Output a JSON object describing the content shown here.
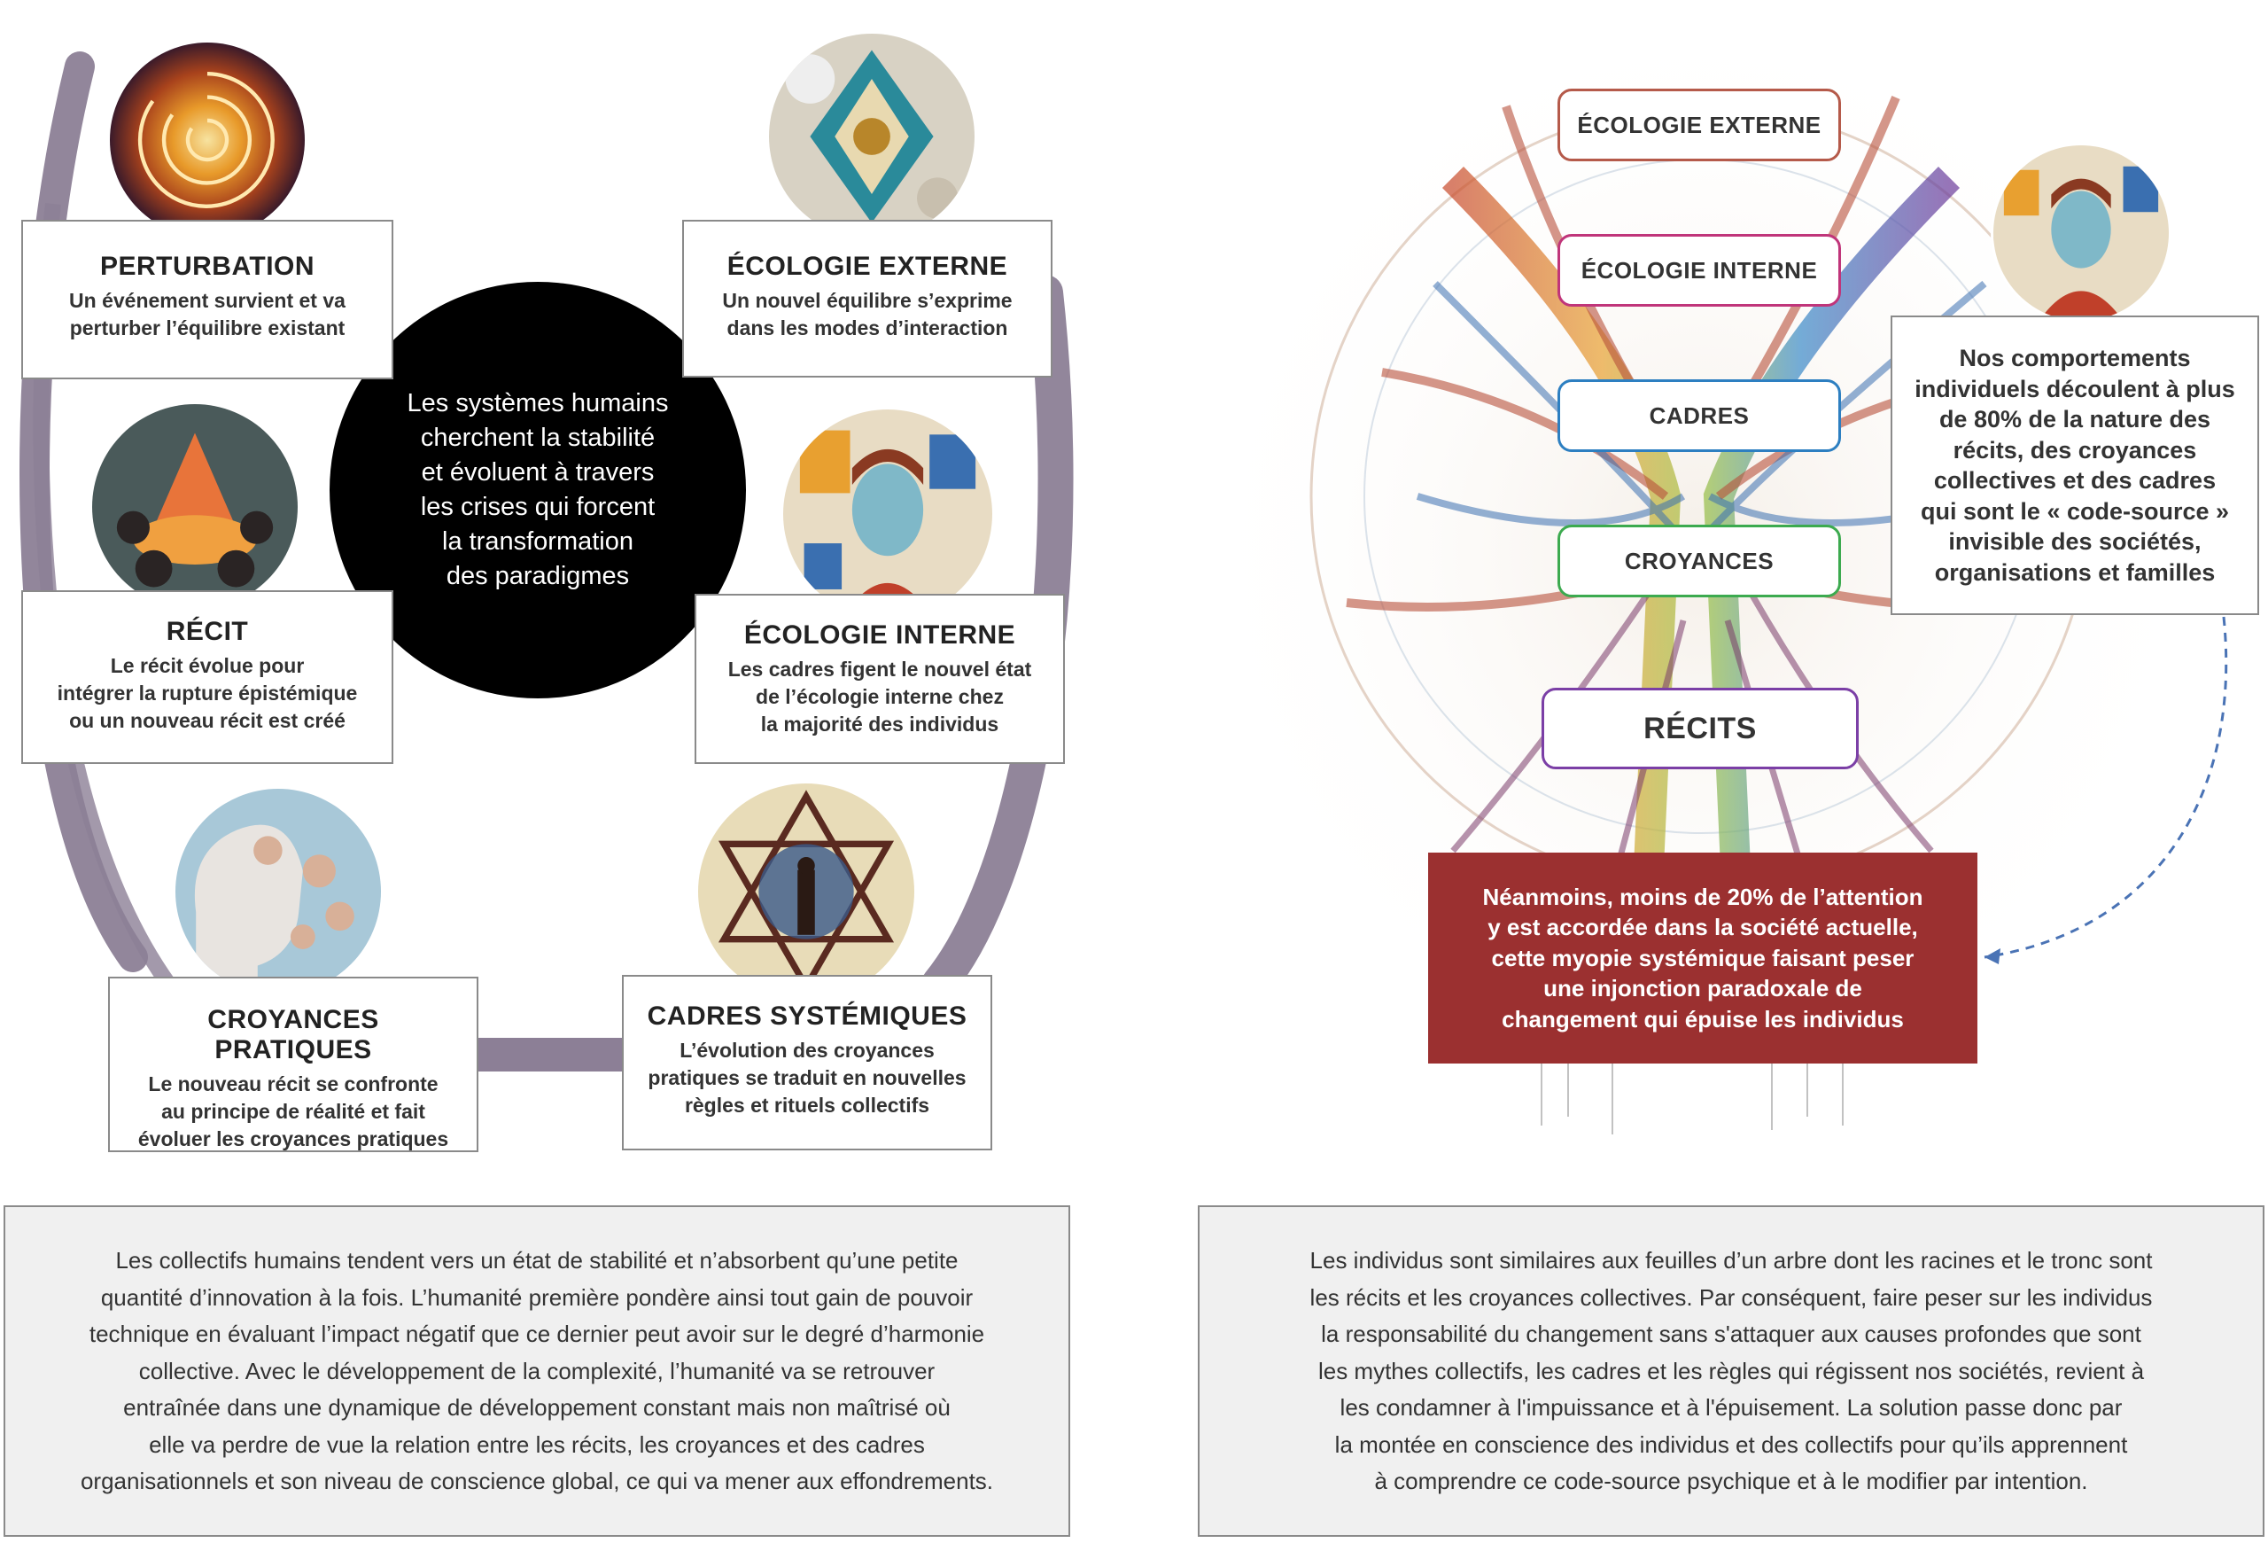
{
  "colors": {
    "arc": "#8c7f96",
    "center_circle": "#000000",
    "card_border": "#8a8a8a",
    "ecologie_externe": "#b55a4a",
    "ecologie_interne": "#c0357a",
    "cadres": "#2d7fc1",
    "croyances": "#3caa4f",
    "recits": "#7b3fa6",
    "attention_box": "#9b3030",
    "dashed_arrow": "#4a73b5"
  },
  "cycle": {
    "center_text": "Les systèmes humains\ncherchent la stabilité\net évoluent à travers\nles crises qui forcent\nla transformation\ndes paradigmes",
    "stages": [
      {
        "title": "PERTURBATION",
        "desc": "Un événement survient et va\nperturber l’équilibre existant",
        "image": "golden-spiral-illustration"
      },
      {
        "title": "ÉCOLOGIE EXTERNE",
        "desc": "Un nouvel équilibre s’exprime\ndans les modes d’interaction",
        "image": "ornamental-mandala-illustration"
      },
      {
        "title": "ÉCOLOGIE INTERNE",
        "desc": "Les cadres figent le nouvel état\nde l’écologie interne chez\nla majorité des individus",
        "image": "puzzle-portrait-illustration"
      },
      {
        "title": "CADRES SYSTÉMIQUES",
        "desc": "L’évolution des croyances\npratiques se traduit en nouvelles\nrègles et rituels collectifs",
        "image": "geometric-star-illustration"
      },
      {
        "title": "CROYANCES PRATIQUES",
        "desc": "Le nouveau récit se confronte\nau principe de réalité et fait\névoluer les croyances pratiques",
        "image": "head-profile-illustration"
      },
      {
        "title": "RÉCIT",
        "desc": "Le récit évolue pour\nintégrer la rupture épistémique\nou un nouveau récit est créé",
        "image": "campfire-circle-illustration"
      }
    ]
  },
  "tree": {
    "layers": [
      "ÉCOLOGIE EXTERNE",
      "ÉCOLOGIE INTERNE",
      "CADRES",
      "CROYANCES",
      "RÉCITS"
    ],
    "behaviour_text": "Nos comportements\nindividuels découlent à plus\nde 80% de la nature des\nrécits, des croyances\ncollectives et des cadres\nqui sont le « code-source »\ninvisible des sociétés,\norganisations et familles",
    "attention_text": "Néanmoins, moins de 20% de l’attention\ny est accordée dans la société actuelle,\ncette myopie systémique faisant peser\nune injonction paradoxale de\nchangement qui épuise les individus",
    "portrait_image": "puzzle-portrait-illustration"
  },
  "bottom": {
    "left_text": "Les collectifs humains tendent vers un état de stabilité et n’absorbent qu’une petite\nquantité d’innovation à la fois. L’humanité première pondère ainsi tout gain de pouvoir\ntechnique en évaluant l’impact négatif que ce dernier peut avoir sur le degré d’harmonie\ncollective. Avec le développement de la complexité, l’humanité va se retrouver\nentraînée dans une dynamique de développement constant mais non maîtrisé où\nelle va perdre de vue la relation entre les récits, les croyances et des cadres\norganisationnels et son niveau de conscience global, ce qui va mener aux effondrements.",
    "right_text": "Les individus sont similaires aux feuilles d’un arbre dont les racines et le tronc sont\nles récits et les croyances collectives. Par conséquent, faire peser sur les individus\nla responsabilité du changement sans s'attaquer aux causes profondes que sont\nles mythes collectifs, les cadres et les règles qui régissent nos sociétés, revient à\nles condamner à l'impuissance et à l'épuisement. La solution passe donc par\nla montée en conscience des individus et des collectifs pour qu’ils apprennent\nà comprendre ce code-source psychique et à le modifier par intention."
  }
}
